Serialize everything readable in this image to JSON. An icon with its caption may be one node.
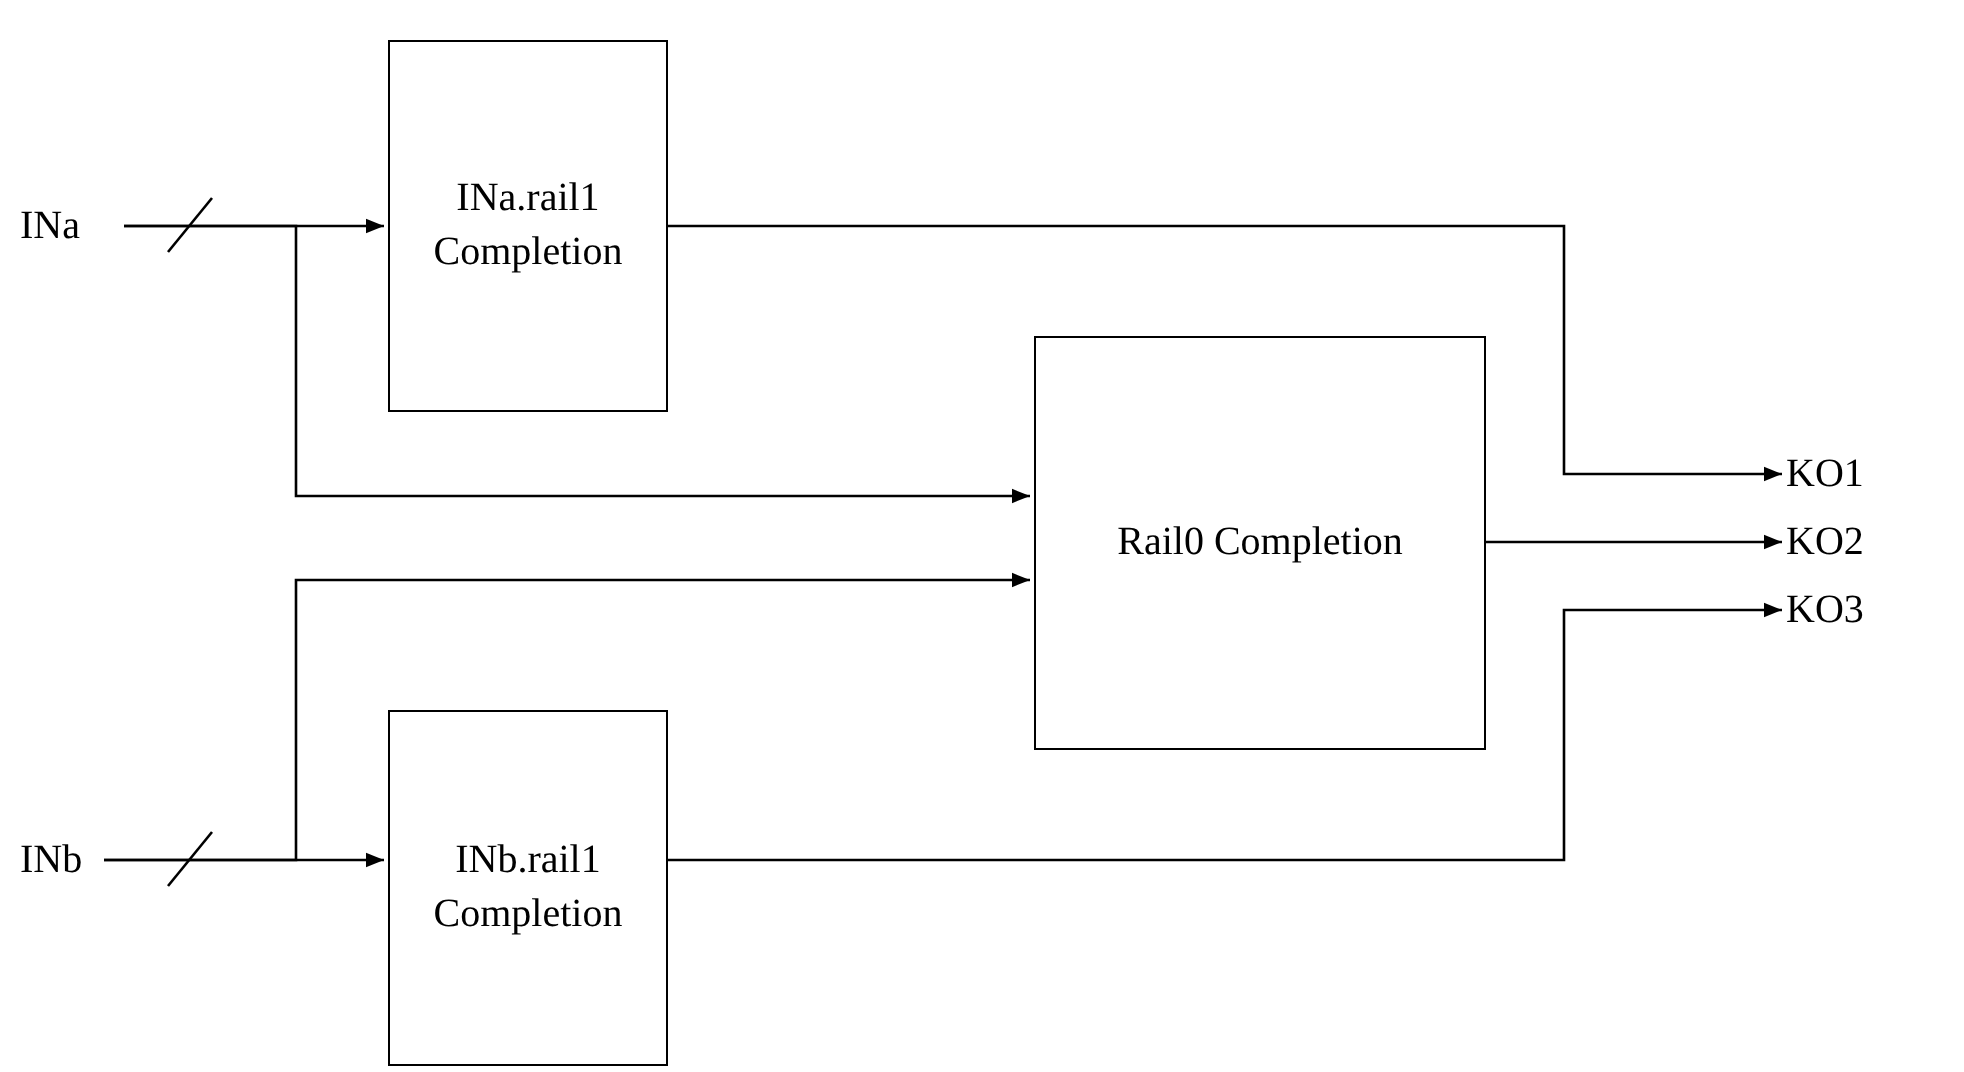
{
  "diagram": {
    "nodes": [
      {
        "text": [
          "INa"
        ]
      },
      {
        "text": [
          "INa.rail1 Completion"
        ]
      },
      {
        "text": [
          "Rail0 Completion"
        ]
      },
      {
        "text": [
          "INb.rail1 Completion"
        ]
      },
      {
        "text": [
          "INb"
        ]
      },
      {
        "text": [
          "KO1"
        ]
      },
      {
        "text": [
          "KO2"
        ]
      },
      {
        "text": [
          "KO3"
        ]
      }
    ],
    "edges": [
      {
        "from": 0,
        "to": 1,
        "arrow": "to"
      },
      {
        "from": 0,
        "to": 2,
        "arrow": "to"
      },
      {
        "from": 4,
        "to": 2,
        "arrow": "to"
      },
      {
        "from": 4,
        "to": 3,
        "arrow": "to"
      },
      {
        "from": 1,
        "to": 5,
        "arrow": "to"
      },
      {
        "from": 2,
        "to": 6,
        "arrow": "to"
      },
      {
        "from": 3,
        "to": 7,
        "arrow": "to"
      }
    ]
  }
}
